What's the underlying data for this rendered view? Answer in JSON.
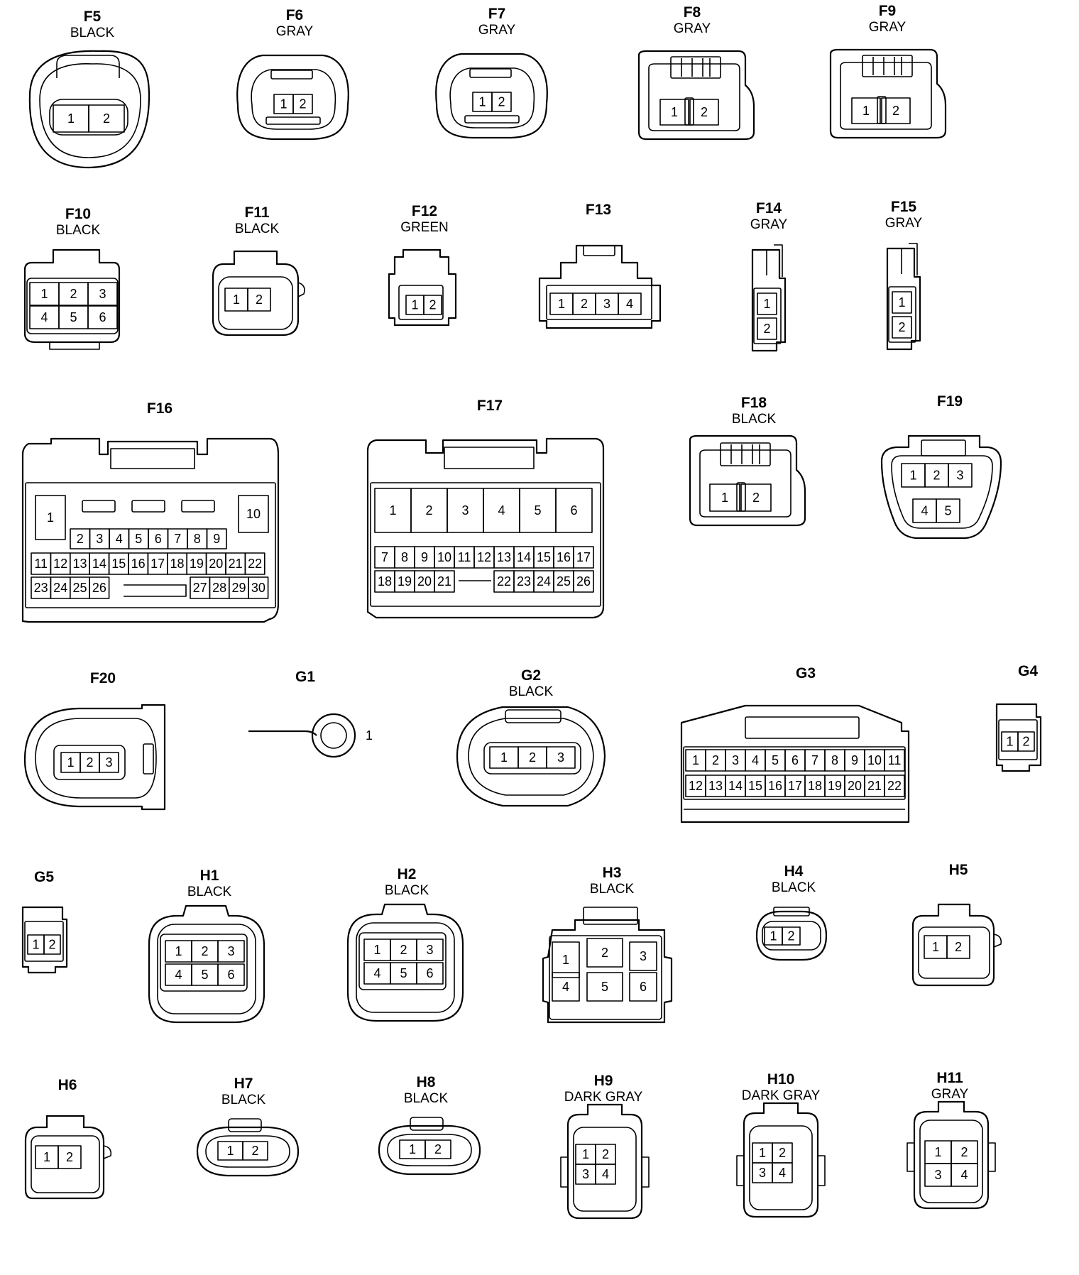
{
  "connectors": [
    {
      "id": "F5",
      "color": "BLACK",
      "pins": [
        "1",
        "2"
      ]
    },
    {
      "id": "F6",
      "color": "GRAY",
      "pins": [
        "1",
        "2"
      ]
    },
    {
      "id": "F7",
      "color": "GRAY",
      "pins": [
        "1",
        "2"
      ]
    },
    {
      "id": "F8",
      "color": "GRAY",
      "pins": [
        "1",
        "2"
      ]
    },
    {
      "id": "F9",
      "color": "GRAY",
      "pins": [
        "1",
        "2"
      ]
    },
    {
      "id": "F10",
      "color": "BLACK",
      "pins": [
        "1",
        "2",
        "3",
        "4",
        "5",
        "6"
      ]
    },
    {
      "id": "F11",
      "color": "BLACK",
      "pins": [
        "1",
        "2"
      ]
    },
    {
      "id": "F12",
      "color": "GREEN",
      "pins": [
        "1",
        "2"
      ]
    },
    {
      "id": "F13",
      "color": "",
      "pins": [
        "1",
        "2",
        "3",
        "4"
      ]
    },
    {
      "id": "F14",
      "color": "GRAY",
      "pins": [
        "1",
        "2"
      ]
    },
    {
      "id": "F15",
      "color": "GRAY",
      "pins": [
        "1",
        "2"
      ]
    },
    {
      "id": "F16",
      "color": "",
      "pins": [
        "1",
        "2",
        "3",
        "4",
        "5",
        "6",
        "7",
        "8",
        "9",
        "10",
        "11",
        "12",
        "13",
        "14",
        "15",
        "16",
        "17",
        "18",
        "19",
        "20",
        "21",
        "22",
        "23",
        "24",
        "25",
        "26",
        "27",
        "28",
        "29",
        "30"
      ]
    },
    {
      "id": "F17",
      "color": "",
      "pins": [
        "1",
        "2",
        "3",
        "4",
        "5",
        "6",
        "7",
        "8",
        "9",
        "10",
        "11",
        "12",
        "13",
        "14",
        "15",
        "16",
        "17",
        "18",
        "19",
        "20",
        "21",
        "22",
        "23",
        "24",
        "25",
        "26"
      ]
    },
    {
      "id": "F18",
      "color": "BLACK",
      "pins": [
        "1",
        "2"
      ]
    },
    {
      "id": "F19",
      "color": "",
      "pins": [
        "1",
        "2",
        "3",
        "4",
        "5"
      ]
    },
    {
      "id": "F20",
      "color": "",
      "pins": [
        "1",
        "2",
        "3"
      ]
    },
    {
      "id": "G1",
      "color": "",
      "pins": [
        "1"
      ]
    },
    {
      "id": "G2",
      "color": "BLACK",
      "pins": [
        "1",
        "2",
        "3"
      ]
    },
    {
      "id": "G3",
      "color": "",
      "pins": [
        "1",
        "2",
        "3",
        "4",
        "5",
        "6",
        "7",
        "8",
        "9",
        "10",
        "11",
        "12",
        "13",
        "14",
        "15",
        "16",
        "17",
        "18",
        "19",
        "20",
        "21",
        "22"
      ]
    },
    {
      "id": "G4",
      "color": "",
      "pins": [
        "1",
        "2"
      ]
    },
    {
      "id": "G5",
      "color": "",
      "pins": [
        "1",
        "2"
      ]
    },
    {
      "id": "H1",
      "color": "BLACK",
      "pins": [
        "1",
        "2",
        "3",
        "4",
        "5",
        "6"
      ]
    },
    {
      "id": "H2",
      "color": "BLACK",
      "pins": [
        "1",
        "2",
        "3",
        "4",
        "5",
        "6"
      ]
    },
    {
      "id": "H3",
      "color": "BLACK",
      "pins": [
        "1",
        "2",
        "3",
        "4",
        "5",
        "6"
      ]
    },
    {
      "id": "H4",
      "color": "BLACK",
      "pins": [
        "1",
        "2"
      ]
    },
    {
      "id": "H5",
      "color": "",
      "pins": [
        "1",
        "2"
      ]
    },
    {
      "id": "H6",
      "color": "",
      "pins": [
        "1",
        "2"
      ]
    },
    {
      "id": "H7",
      "color": "BLACK",
      "pins": [
        "1",
        "2"
      ]
    },
    {
      "id": "H8",
      "color": "BLACK",
      "pins": [
        "1",
        "2"
      ]
    },
    {
      "id": "H9",
      "color": "DARK GRAY",
      "pins": [
        "1",
        "2",
        "3",
        "4"
      ]
    },
    {
      "id": "H10",
      "color": "DARK GRAY",
      "pins": [
        "1",
        "2",
        "3",
        "4"
      ]
    },
    {
      "id": "H11",
      "color": "GRAY",
      "pins": [
        "1",
        "2",
        "3",
        "4"
      ]
    }
  ]
}
